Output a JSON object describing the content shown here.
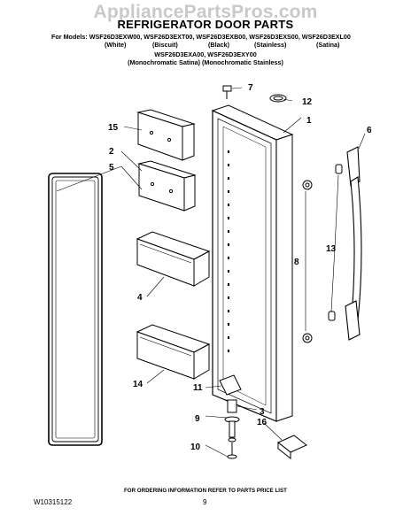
{
  "watermark": "AppliancePartsPros.com",
  "title": "REFRIGERATOR DOOR PARTS",
  "models_line": "For Models: WSF26D3EXW00, WSF26D3EXT00, WSF26D3EXB00, WSF26D3EXS00, WSF26D3EXL00",
  "colors": [
    "(White)",
    "(Biscuit)",
    "(Black)",
    "(Stainless)",
    "(Satina)"
  ],
  "models_line2": "WSF26D3EXA00, WSF26D3EXY00",
  "colors_line2": "(Monochromatic Satina) (Monochromatic Stainless)",
  "callouts": [
    "1",
    "2",
    "3",
    "4",
    "5",
    "6",
    "7",
    "8",
    "9",
    "10",
    "11",
    "12",
    "13",
    "14",
    "15",
    "16"
  ],
  "footer_note": "FOR ORDERING INFORMATION REFER TO PARTS PRICE LIST",
  "document_number": "W10315122",
  "page_number": "9"
}
